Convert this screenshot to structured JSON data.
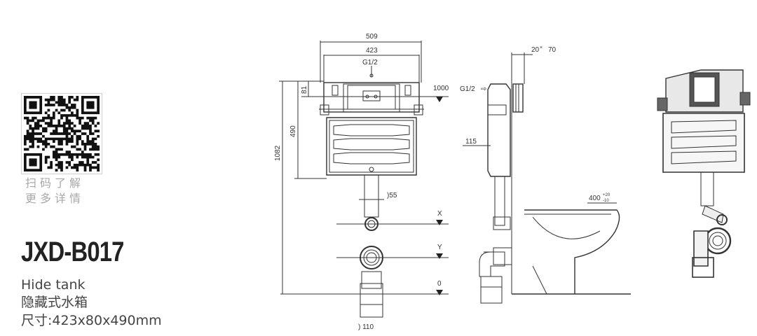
{
  "qr": {
    "icon": "qr-code-icon"
  },
  "scan_text": {
    "line1": "扫码了解",
    "line2": "更多详情"
  },
  "product": {
    "model": "JXD-B017",
    "name_en": "Hide tank",
    "name_cn": "隐藏式水箱",
    "size": "尺寸:423x80x490mm"
  },
  "dimensions": {
    "width_outer": "509",
    "width_inner": "423",
    "thread_front": "G1/2",
    "thread_side": "G1/2",
    "height_1000": "1000",
    "offset_81": "81",
    "tank_height": "490",
    "total_height": "1082",
    "pipe_55": ")55",
    "level_x": "X",
    "level_y": "Y",
    "level_0": "0",
    "pipe_110": ") 110",
    "depth_115": "115",
    "wall_gap": "20",
    "wall_gap_x": "×",
    "depth_70": "70",
    "seat_height": "400",
    "seat_tol_plus": "+20",
    "seat_tol_minus": "-10"
  },
  "colors": {
    "line": "#333333",
    "panel": "#3a3a3a",
    "text_gray": "#a8a8a8"
  }
}
